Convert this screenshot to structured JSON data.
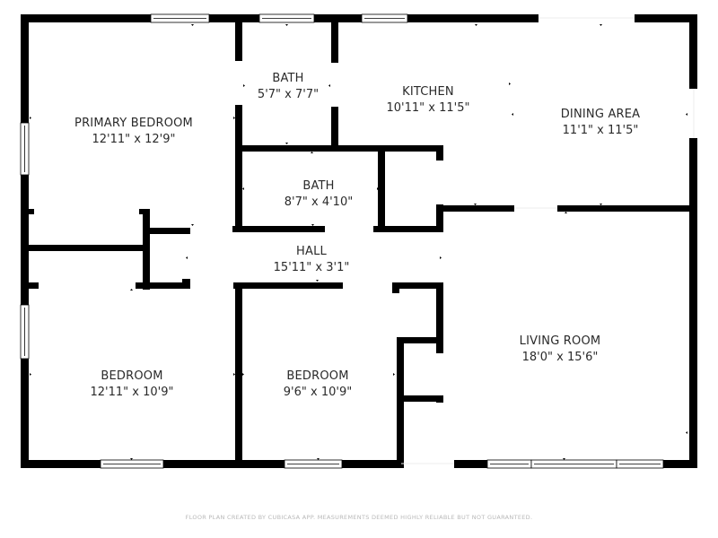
{
  "floor_plan": {
    "wall_color": "#000000",
    "background": "#ffffff",
    "text_color": "#2a2a2a",
    "rooms": [
      {
        "name": "PRIMARY BEDROOM",
        "dimensions": "12'11\" x 12'9\""
      },
      {
        "name": "BATH",
        "dimensions": "5'7\" x 7'7\""
      },
      {
        "name": "KITCHEN",
        "dimensions": "10'11\" x 11'5\""
      },
      {
        "name": "DINING AREA",
        "dimensions": "11'1\" x 11'5\""
      },
      {
        "name": "BATH",
        "dimensions": "8'7\" x 4'10\""
      },
      {
        "name": "HALL",
        "dimensions": "15'11\" x 3'1\""
      },
      {
        "name": "BEDROOM",
        "dimensions": "12'11\" x 10'9\""
      },
      {
        "name": "BEDROOM",
        "dimensions": "9'6\" x 10'9\""
      },
      {
        "name": "LIVING ROOM",
        "dimensions": "18'0\" x 15'6\""
      }
    ],
    "footer": "FLOOR PLAN CREATED BY CUBICASA APP. MEASUREMENTS DEEMED HIGHLY RELIABLE BUT NOT GUARANTEED."
  }
}
